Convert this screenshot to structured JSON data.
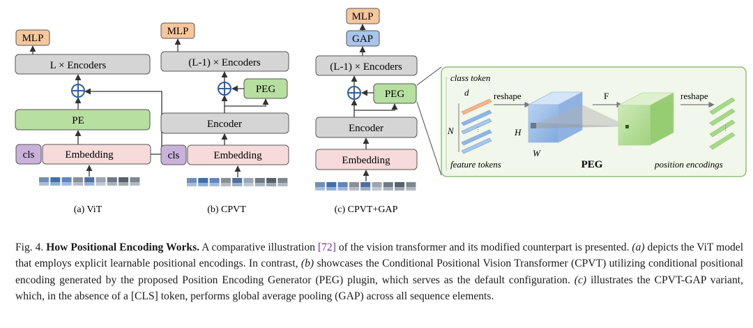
{
  "panel_a": {
    "mlp": "MLP",
    "encoders": "L × Encoders",
    "plus": "+",
    "pe": "PE",
    "cls": "cls",
    "embedding": "Embedding",
    "caption": "(a) ViT"
  },
  "panel_b": {
    "mlp": "MLP",
    "encoders": "(L-1) × Encoders",
    "plus": "+",
    "peg": "PEG",
    "encoder": "Encoder",
    "cls": "cls",
    "embedding": "Embedding",
    "caption": "(b) CPVT"
  },
  "panel_c": {
    "mlp": "MLP",
    "gap": "GAP",
    "encoders": "(L-1) × Encoders",
    "plus": "+",
    "peg": "PEG",
    "encoder": "Encoder",
    "embedding": "Embedding",
    "caption": "(c)  CPVT+GAP"
  },
  "peg_detail": {
    "class_token": "class token",
    "d": "d",
    "N": "N",
    "feature_tokens": "feature tokens",
    "reshape1": "reshape",
    "H": "H",
    "W": "W",
    "F": "F",
    "peg": "PEG",
    "reshape2": "reshape",
    "position_encodings": "position encodings"
  },
  "caption": {
    "prefix": "Fig. 4.",
    "title": "How Positional Encoding Works.",
    "t1": "A comparative illustration",
    "cite": "[72]",
    "t2": "of the vision transformer and its modified counterpart is presented.",
    "a": "(a)",
    "t3": "depicts the ViT model that employs explicit learnable positional encodings. In contrast,",
    "b": "(b)",
    "t4": "showcases the Conditional Positional Vision Transformer (CPVT) utilizing conditional positional encoding generated by the proposed Position Encoding Generator (PEG) plugin, which serves as the default configuration.",
    "c": "(c)",
    "t5": "illustrates the CPVT-GAP variant, which, in the absence of a [CLS] token, performs global average pooling (GAP) across all sequence elements."
  },
  "colors": {
    "mlp": "#f6c79c",
    "gap": "#a9c4ea",
    "gray_box": "#d5d5d5",
    "green_box": "#b7dfa0",
    "pink_box": "#f7dada",
    "cls_box": "#c9b2da",
    "peg_panel": "#f1f7ea",
    "cite": "#7a2f8f"
  }
}
